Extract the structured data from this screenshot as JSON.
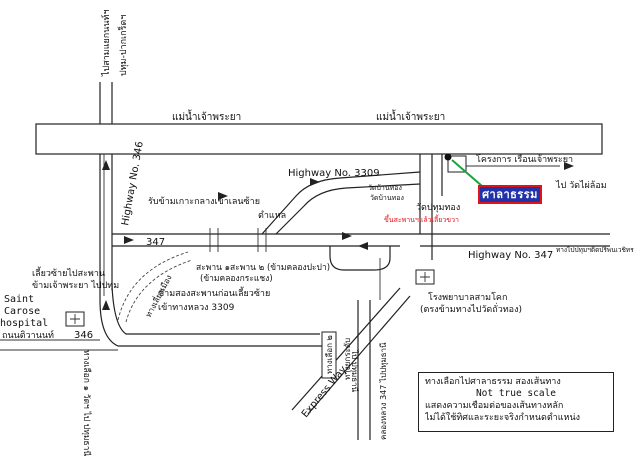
{
  "labels": {
    "river_left": "แม่น้ำเจ้าพระยา",
    "river_right": "แม่น้ำเจ้าพระยา",
    "road_top_a": "ไปสามแยกนนท์ฯ",
    "road_top_b": "ปทุม-ปากเกร็ดฯ",
    "hwy346": "Highway No. 346",
    "hwy3309": "Highway No. 3309",
    "hwy347_right": "Highway No. 347",
    "hwy347_left": "347",
    "ferry_line1": "รับข้ามเกาะกลางเข้าเลนซ้าย",
    "ferry_line2": "ตำแหล",
    "project": "โครงการ เรือนเจ้าพระยา",
    "wat_right": "ไป วัดไผ่ล้อม",
    "wat_a": "วัดบ้านทอง",
    "wat_b": "วัดบ้านทอง",
    "wat_c": "วัดปทุมทอง",
    "red_hint": "ขึ้นสะพานฯแล้วเลี้ยวขวา",
    "bridge1": "สะพาน ๑",
    "bridge2": "สะพาน ๒ (ข้ามคลองปะปา)",
    "bridge1_sub": "(ข้ามคลองกระแชง)",
    "turn_line1": "ข้ามสองสะพานก่อนเลี้ยวซ้าย",
    "turn_line2": "เข้าทางหลวง 3309",
    "uturn": "ทางเลี่ยงเมือง",
    "left_line1": "เลี้ยวซ้ายไปสะพาน",
    "left_line2": "ข้ามเจ้าพระยา ไปปทุม",
    "hospital1": "Saint",
    "hospital2": "Carose",
    "hospital3": "hospital",
    "road346_left": "ถนนติวานนท์",
    "road346_num": "346",
    "south_vert": "ทางเลือก ๑ วัดฯ ไป ปทุมธานี",
    "rb_hospital1": "โรงพยาบาลสามโคก",
    "rb_hospital2": "(ตรงข้ามทางไปวัดถั่วทอง)",
    "exp_way": "Express Way",
    "exp_box": "ทางเลือก ๒",
    "exp_thai": "ทางยกระดับ",
    "road_vert2": "คลองหลวง 347 ไปปทุมธานี",
    "road_vert3": "ไป ปทุมธานี",
    "far_right": "ทางไปปทุมฯติดปริพนเวชิทร"
  },
  "destination": "ศาลาธรรม",
  "note": {
    "line1": "ทางเลือกไปศาลาธรรม สองเส้นทาง",
    "line2": "Not true scale",
    "line3": "แสดงความเชื่อมต่อของเส้นทางหลัก",
    "line4": "ไม่ได้ใช้ทิศและระยะจริงกำหนดตำแหน่ง"
  },
  "colors": {
    "destination_fill": "#2233aa",
    "destination_border": "#e0131b",
    "pointer": "#19a33a",
    "hint": "#e0131b"
  }
}
